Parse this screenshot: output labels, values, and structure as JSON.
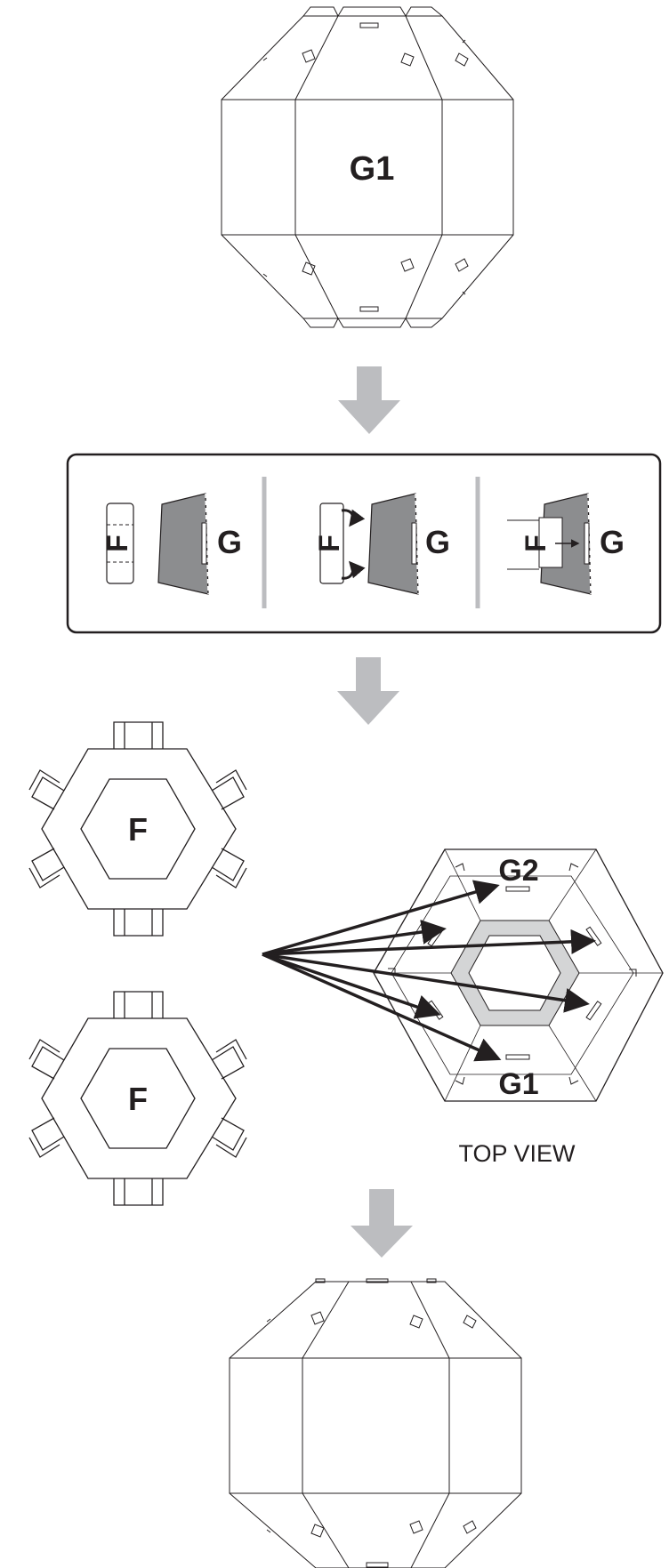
{
  "steps": {
    "panel1_label": "G1",
    "detail": {
      "f_label": "F",
      "g_label": "G"
    },
    "part_f_label": "F",
    "top_view": {
      "g2_label": "G2",
      "g1_label": "G1",
      "caption": "TOP VIEW"
    }
  },
  "colors": {
    "line": "#231f20",
    "arrow_fill": "#bcbdc0",
    "panel_fill": "#8c8d8f",
    "inner_band": "#d4d5d6"
  }
}
